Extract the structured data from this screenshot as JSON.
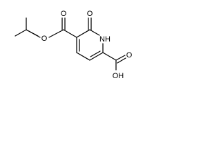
{
  "structure": {
    "atoms": {
      "ester_carbonyl_oxygen": "O",
      "ester_oxygen": "O",
      "ring_carbonyl_oxygen": "O",
      "ring_nitrogen": "NH",
      "acid_carbonyl_oxygen": "O",
      "acid_hydroxyl": "OH"
    },
    "colors": {
      "bond": "#000000",
      "label": "#000000",
      "background": "#ffffff"
    }
  }
}
